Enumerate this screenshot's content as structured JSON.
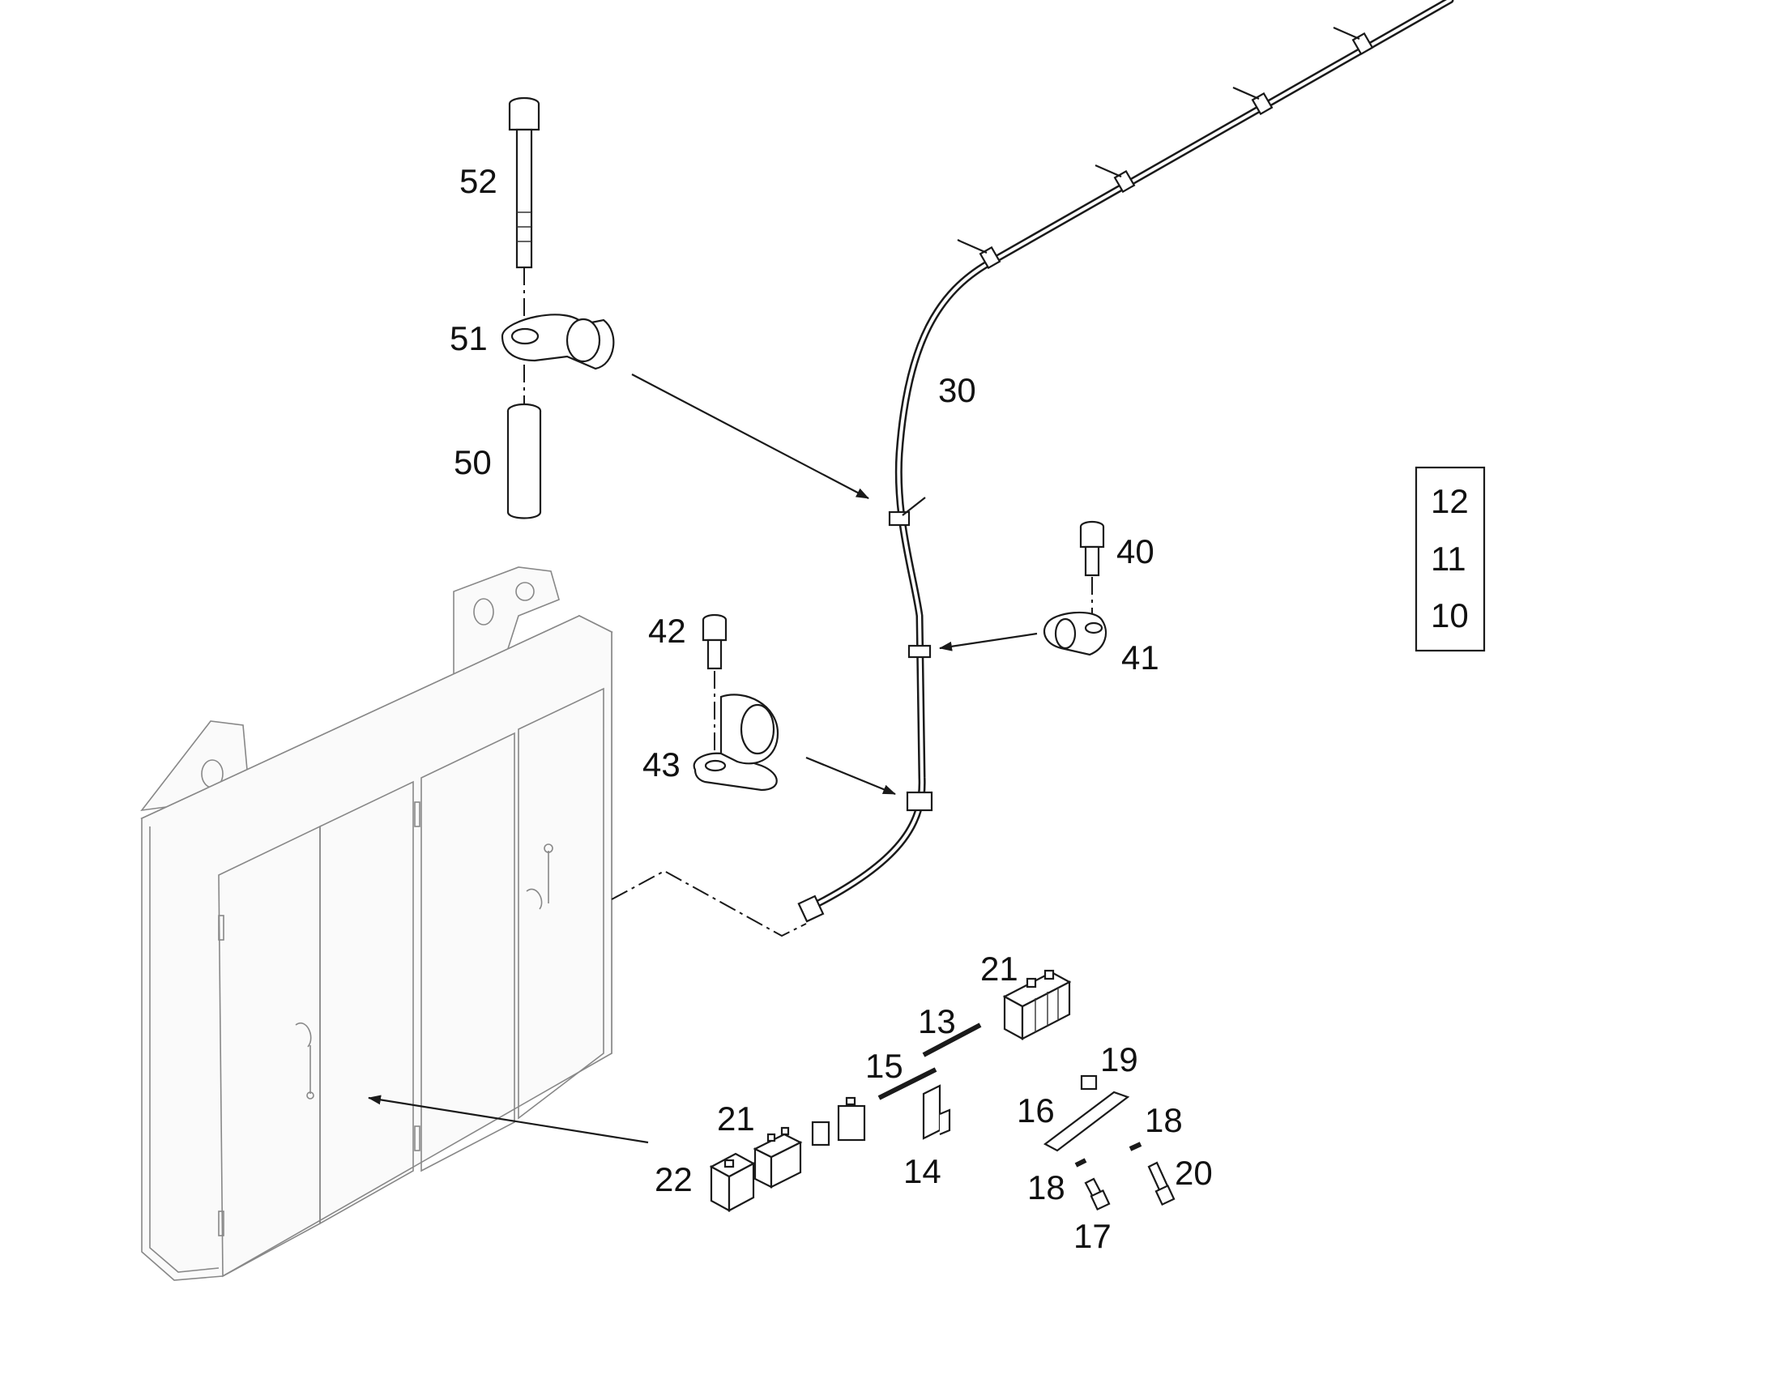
{
  "colors": {
    "line": "#1a1a1a",
    "cabinet": "#888888",
    "background": "#ffffff"
  },
  "callouts": {
    "p10": "10",
    "p11": "11",
    "p12": "12",
    "p13": "13",
    "p14": "14",
    "p15": "15",
    "p16": "16",
    "p17": "17",
    "p18a": "18",
    "p18b": "18",
    "p19": "19",
    "p20": "20",
    "p21a": "21",
    "p21b": "21",
    "p22": "22",
    "p30": "30",
    "p40": "40",
    "p41": "41",
    "p42": "42",
    "p43": "43",
    "p50": "50",
    "p51": "51",
    "p52": "52"
  }
}
